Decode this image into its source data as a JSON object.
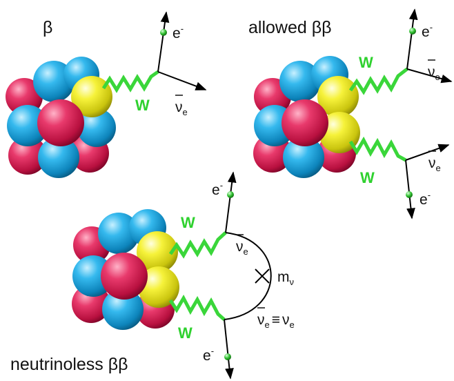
{
  "panels": {
    "beta": {
      "title": "β",
      "electron": "e",
      "electron_charge": "-",
      "w_label": "W",
      "antineutrino": "ν",
      "antineutrino_sub": "e"
    },
    "allowed": {
      "title": "allowed ββ",
      "electron": "e",
      "electron_charge": "-",
      "w_label": "W",
      "antineutrino": "ν",
      "antineutrino_sub": "e"
    },
    "neutrinoless": {
      "title": "neutrinoless ββ",
      "electron": "e",
      "electron_charge": "-",
      "w_label": "W",
      "antineutrino": "ν",
      "antineutrino_sub": "e",
      "mass": "m",
      "mass_sub": "ν",
      "identity_left": "ν",
      "identity_left_sub": "e",
      "identity_sign": "≡",
      "identity_right": "ν",
      "identity_right_sub": "e"
    }
  },
  "colors": {
    "proton_red": "#e0245e",
    "neutron_blue": "#17a8e3",
    "decaying_yellow": "#f2ee1c",
    "w_boson_green": "#3ad63a",
    "line_black": "#000000"
  }
}
